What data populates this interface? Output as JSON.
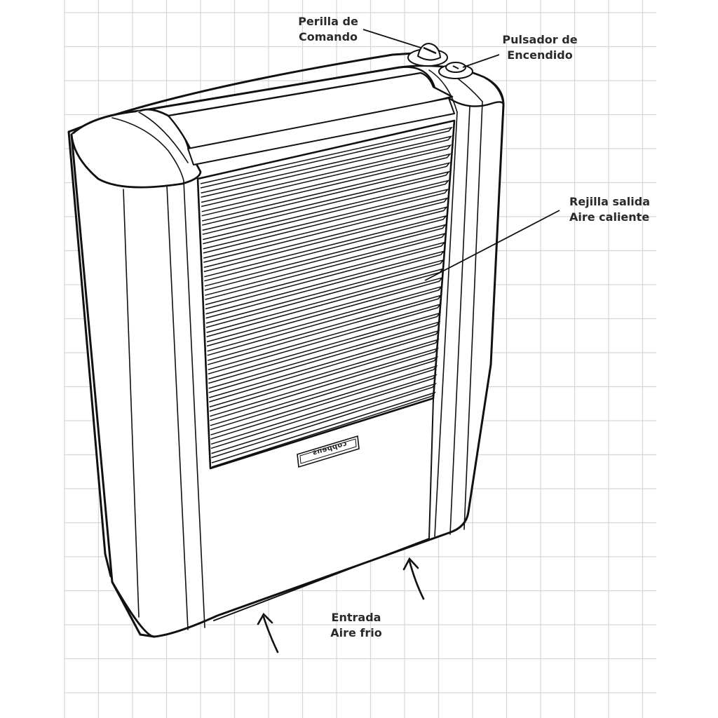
{
  "labels": {
    "perilla": {
      "line1": "Perilla de",
      "line2": "Comando"
    },
    "pulsador": {
      "line1": "Pulsador de",
      "line2": "Encendido"
    },
    "rejilla": {
      "line1": "Rejilla salida",
      "line2": "Aire caliente"
    },
    "entrada": {
      "line1": "Entrada",
      "line2": "Aire frio"
    },
    "brand": "coppens"
  },
  "colors": {
    "line": "#111111",
    "grid": "#d6d6d6",
    "text": "#2a2a2a"
  }
}
